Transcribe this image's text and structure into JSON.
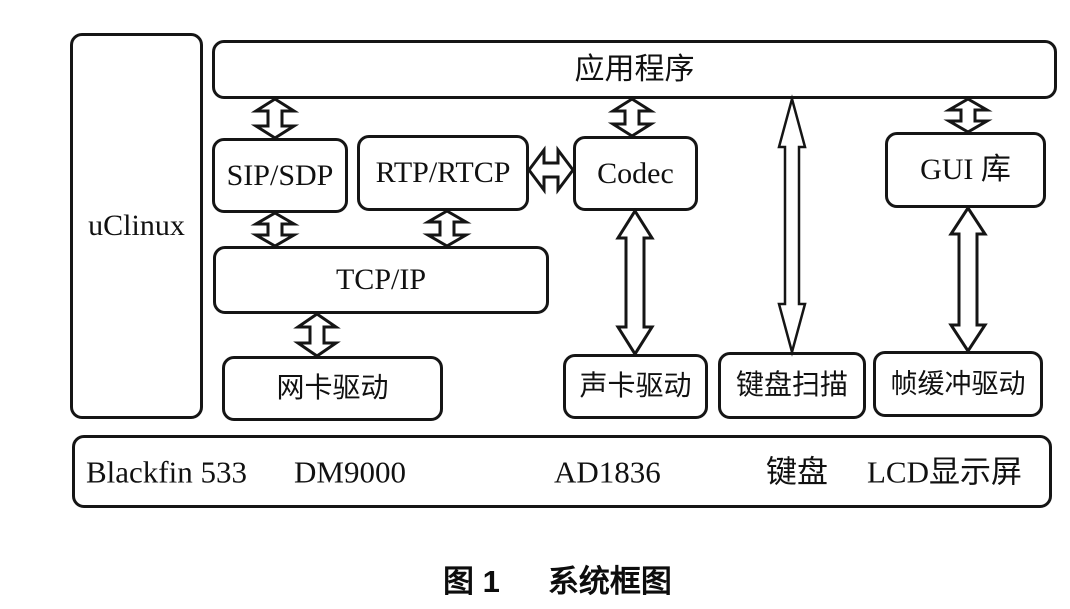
{
  "figure": {
    "caption_label": "图 1",
    "caption_title": "系统框图",
    "os": {
      "label": "uClinux"
    },
    "nodes": {
      "application": "应用程序",
      "sip_sdp": "SIP/SDP",
      "rtp_rtcp": "RTP/RTCP",
      "codec": "Codec",
      "gui_lib": "GUI 库",
      "tcp_ip": "TCP/IP",
      "nic_driver": "网卡驱动",
      "sound_driver": "声卡驱动",
      "keyboard_scan": "键盘扫描",
      "framebuffer_driver": "帧缓冲驱动"
    },
    "hardware": {
      "items": [
        "Blackfin 533",
        "DM9000",
        "AD1836",
        "键盘",
        "LCD显示屏"
      ]
    },
    "connections": [
      {
        "from": "应用程序",
        "to": "SIP/SDP",
        "type": "bidirectional"
      },
      {
        "from": "应用程序",
        "to": "Codec",
        "type": "bidirectional"
      },
      {
        "from": "应用程序",
        "to": "键盘扫描",
        "type": "bidirectional"
      },
      {
        "from": "应用程序",
        "to": "GUI 库",
        "type": "bidirectional"
      },
      {
        "from": "SIP/SDP",
        "to": "TCP/IP",
        "type": "bidirectional"
      },
      {
        "from": "RTP/RTCP",
        "to": "TCP/IP",
        "type": "bidirectional"
      },
      {
        "from": "RTP/RTCP",
        "to": "Codec",
        "type": "bidirectional"
      },
      {
        "from": "TCP/IP",
        "to": "网卡驱动",
        "type": "bidirectional"
      },
      {
        "from": "Codec",
        "to": "声卡驱动",
        "type": "bidirectional"
      },
      {
        "from": "GUI 库",
        "to": "帧缓冲驱动",
        "type": "bidirectional"
      }
    ]
  }
}
